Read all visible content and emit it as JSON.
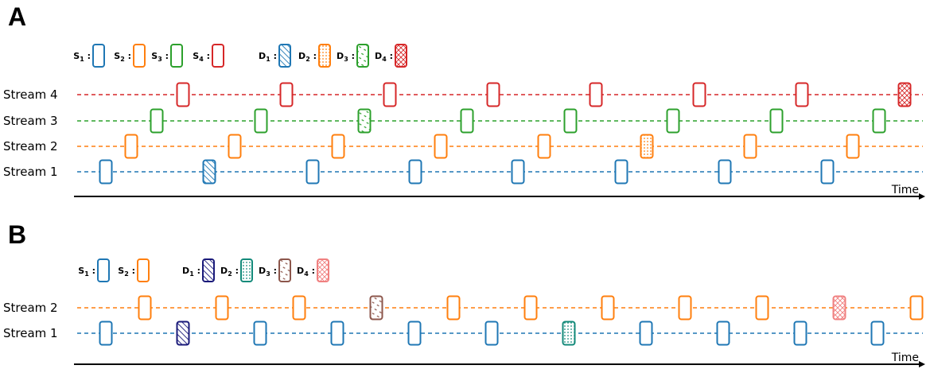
{
  "colors": {
    "s1": "#1f77b4",
    "s2": "#ff7f0e",
    "s3": "#2ca02c",
    "s4": "#d62728",
    "b_d1": "#1a1a7a",
    "b_d2": "#138a7a",
    "b_d3": "#8c564b",
    "b_d4": "#f08080"
  },
  "time_label": "Time",
  "panels": [
    {
      "label": "A",
      "legend": [
        {
          "prefix": "S",
          "sub": "1",
          "pattern": "solid",
          "color": "s1"
        },
        {
          "prefix": "S",
          "sub": "2",
          "pattern": "solid",
          "color": "s2"
        },
        {
          "prefix": "S",
          "sub": "3",
          "pattern": "solid",
          "color": "s3"
        },
        {
          "prefix": "S",
          "sub": "4",
          "pattern": "solid",
          "color": "s4"
        },
        {
          "prefix": "D",
          "sub": "1",
          "pattern": "hatch",
          "color": "s1"
        },
        {
          "prefix": "D",
          "sub": "2",
          "pattern": "dots",
          "color": "s2"
        },
        {
          "prefix": "D",
          "sub": "3",
          "pattern": "dashes",
          "color": "s3"
        },
        {
          "prefix": "D",
          "sub": "4",
          "pattern": "cross",
          "color": "s4"
        }
      ],
      "streams": [
        {
          "name": "Stream 4",
          "color": "s4",
          "events": [
            {
              "t": 230,
              "p": "solid"
            },
            {
              "t": 360,
              "p": "solid"
            },
            {
              "t": 490,
              "p": "solid"
            },
            {
              "t": 620,
              "p": "solid"
            },
            {
              "t": 749,
              "p": "solid"
            },
            {
              "t": 879,
              "p": "solid"
            },
            {
              "t": 1008,
              "p": "solid"
            },
            {
              "t": 1137,
              "p": "cross"
            }
          ]
        },
        {
          "name": "Stream 3",
          "color": "s3",
          "events": [
            {
              "t": 197,
              "p": "solid"
            },
            {
              "t": 328,
              "p": "solid"
            },
            {
              "t": 458,
              "p": "dashes"
            },
            {
              "t": 587,
              "p": "solid"
            },
            {
              "t": 717,
              "p": "solid"
            },
            {
              "t": 846,
              "p": "solid"
            },
            {
              "t": 976,
              "p": "solid"
            },
            {
              "t": 1105,
              "p": "solid"
            }
          ]
        },
        {
          "name": "Stream 2",
          "color": "s2",
          "events": [
            {
              "t": 165,
              "p": "solid"
            },
            {
              "t": 295,
              "p": "solid"
            },
            {
              "t": 425,
              "p": "solid"
            },
            {
              "t": 554,
              "p": "solid"
            },
            {
              "t": 684,
              "p": "solid"
            },
            {
              "t": 813,
              "p": "dots"
            },
            {
              "t": 943,
              "p": "solid"
            },
            {
              "t": 1072,
              "p": "solid"
            }
          ]
        },
        {
          "name": "Stream 1",
          "color": "s1",
          "events": [
            {
              "t": 133,
              "p": "solid"
            },
            {
              "t": 263,
              "p": "hatch"
            },
            {
              "t": 393,
              "p": "solid"
            },
            {
              "t": 522,
              "p": "solid"
            },
            {
              "t": 651,
              "p": "solid"
            },
            {
              "t": 781,
              "p": "solid"
            },
            {
              "t": 911,
              "p": "solid"
            },
            {
              "t": 1040,
              "p": "solid"
            }
          ]
        }
      ]
    },
    {
      "label": "B",
      "legend": [
        {
          "prefix": "S",
          "sub": "1",
          "pattern": "solid",
          "color": "s1"
        },
        {
          "prefix": "S",
          "sub": "2",
          "pattern": "solid",
          "color": "s2"
        },
        {
          "prefix": "D",
          "sub": "1",
          "pattern": "hatch",
          "color": "b_d1"
        },
        {
          "prefix": "D",
          "sub": "2",
          "pattern": "dots",
          "color": "b_d2"
        },
        {
          "prefix": "D",
          "sub": "3",
          "pattern": "dashes",
          "color": "b_d3"
        },
        {
          "prefix": "D",
          "sub": "4",
          "pattern": "cross",
          "color": "b_d4"
        }
      ],
      "streams": [
        {
          "name": "Stream 2",
          "color": "s2",
          "events": [
            {
              "t": 182,
              "p": "solid"
            },
            {
              "t": 279,
              "p": "solid"
            },
            {
              "t": 376,
              "p": "solid"
            },
            {
              "t": 473,
              "p": "dashes",
              "c": "b_d3"
            },
            {
              "t": 570,
              "p": "solid"
            },
            {
              "t": 667,
              "p": "solid"
            },
            {
              "t": 764,
              "p": "solid"
            },
            {
              "t": 861,
              "p": "solid"
            },
            {
              "t": 958,
              "p": "solid"
            },
            {
              "t": 1055,
              "p": "cross",
              "c": "b_d4"
            },
            {
              "t": 1152,
              "p": "solid"
            }
          ]
        },
        {
          "name": "Stream 1",
          "color": "s1",
          "events": [
            {
              "t": 133,
              "p": "solid"
            },
            {
              "t": 230,
              "p": "hatch",
              "c": "b_d1"
            },
            {
              "t": 327,
              "p": "solid"
            },
            {
              "t": 424,
              "p": "solid"
            },
            {
              "t": 521,
              "p": "solid"
            },
            {
              "t": 618,
              "p": "solid"
            },
            {
              "t": 715,
              "p": "dots",
              "c": "b_d2"
            },
            {
              "t": 812,
              "p": "solid"
            },
            {
              "t": 909,
              "p": "solid"
            },
            {
              "t": 1006,
              "p": "solid"
            },
            {
              "t": 1103,
              "p": "solid"
            }
          ]
        }
      ]
    }
  ]
}
